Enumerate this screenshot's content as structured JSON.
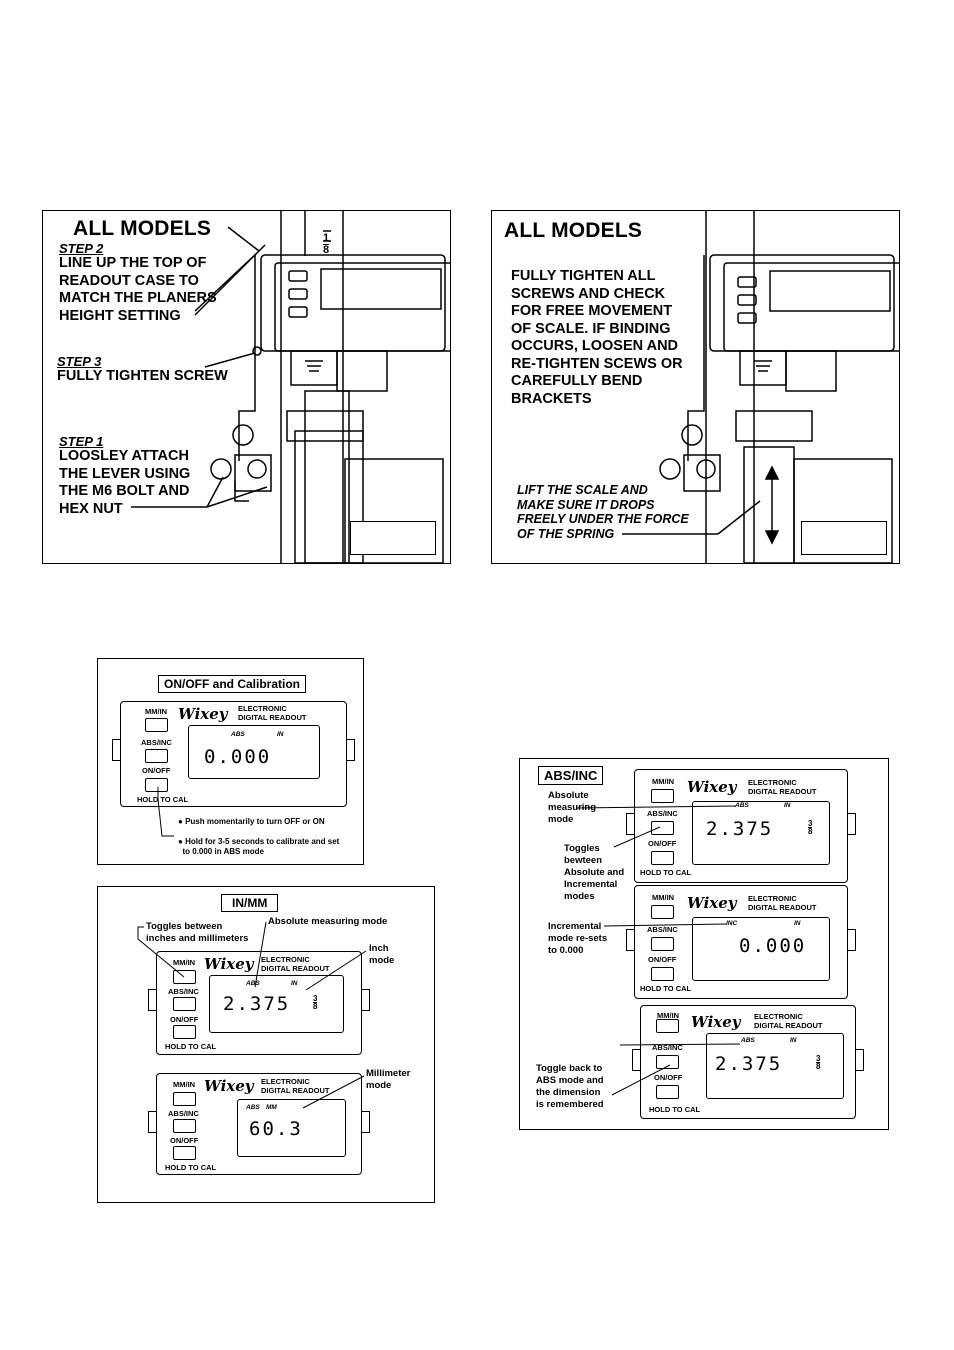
{
  "panel_a": {
    "heading": "ALL MODELS",
    "step2_label": "STEP 2",
    "step2_lines": [
      "LINE UP THE TOP OF",
      "READOUT CASE TO",
      "MATCH THE PLANERS",
      "HEIGHT SETTING"
    ],
    "step3_label": "STEP 3",
    "step3_text": "FULLY TIGHTEN SCREW",
    "step1_label": "STEP 1",
    "step1_lines": [
      "LOOSLEY ATTACH",
      "THE LEVER USING",
      "THE M6 BOLT AND",
      "HEX NUT"
    ],
    "scale_num": "1",
    "scale_den": "8"
  },
  "panel_b": {
    "heading": "ALL MODELS",
    "lines": [
      "FULLY TIGHTEN ALL",
      "SCREWS AND CHECK",
      "FOR FREE MOVEMENT",
      "OF SCALE. IF BINDING",
      "OCCURS, LOOSEN AND",
      "RE-TIGHTEN SCEWS OR",
      "CAREFULLY BEND",
      "BRACKETS"
    ],
    "lift_lines": [
      "LIFT THE SCALE AND",
      "MAKE SURE IT DROPS",
      "FREELY UNDER THE FORCE",
      "OF THE SPRING"
    ]
  },
  "device": {
    "logo": "Wixey",
    "brand1": "ELECTRONIC",
    "brand2": "DIGITAL READOUT",
    "btn_mmin": "MM/IN",
    "btn_absinc": "ABS/INC",
    "btn_onoff": "ON/OFF",
    "btn_hold": "HOLD TO CAL"
  },
  "onoff": {
    "title": "ON/OFF  and Calibration",
    "mode1": "ABS",
    "mode2": "IN",
    "digits": "0.000",
    "bullet1": "Push momentarily to turn OFF or ON",
    "bullet2a": "Hold for 3-5 seconds to calibrate and set",
    "bullet2b": "to 0.000 in ABS mode"
  },
  "inmm": {
    "title": "IN/MM",
    "toggle_lines": [
      "Toggles between",
      "inches and millimeters"
    ],
    "abs_label": "Absolute measuring mode",
    "inch_lines": [
      "Inch",
      "mode"
    ],
    "mm_lines": [
      "Millimeter",
      "mode"
    ],
    "d1_mode1": "ABS",
    "d1_mode2": "IN",
    "d1_digits": "2.375",
    "d1_num": "3",
    "d1_den": "8",
    "d2_mode1": "ABS",
    "d2_mode2": "MM",
    "d2_digits": "60.3"
  },
  "absinc": {
    "title": "ABS/INC",
    "abs_lines": [
      "Absolute",
      "measuring",
      "mode"
    ],
    "toggle_lines": [
      "Toggles",
      "bewteen",
      "Absolute and",
      "Incremental",
      "modes"
    ],
    "inc_lines": [
      "Incremental",
      "mode re-sets",
      "to 0.000"
    ],
    "back_lines": [
      "Toggle back to",
      "ABS mode and",
      "the dimension",
      "is remembered"
    ],
    "d1_mode1": "ABS",
    "d1_mode2": "IN",
    "d1_digits": "2.375",
    "d1_num": "3",
    "d1_den": "8",
    "d2_mode1": "INC",
    "d2_mode2": "IN",
    "d2_digits": "0.000",
    "d3_mode1": "ABS",
    "d3_mode2": "IN",
    "d3_digits": "2.375",
    "d3_num": "3",
    "d3_den": "8"
  }
}
